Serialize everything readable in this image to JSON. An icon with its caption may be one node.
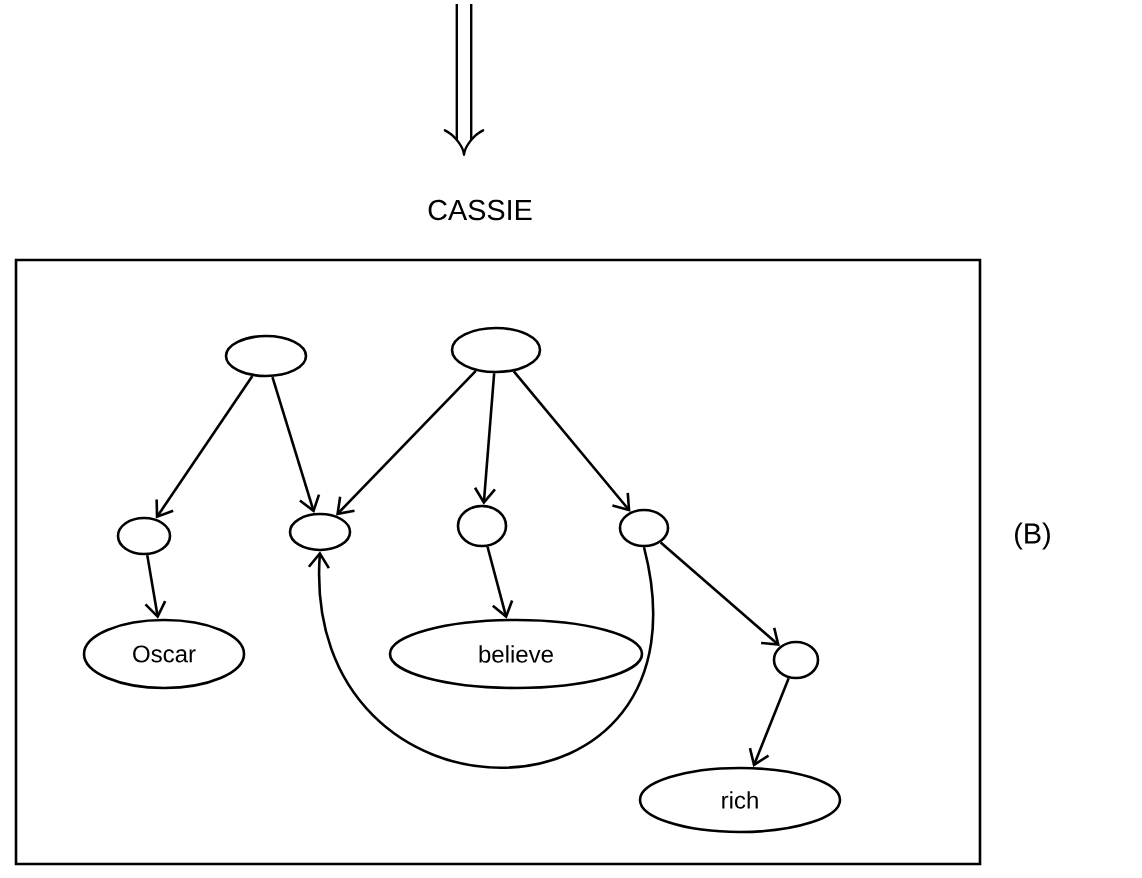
{
  "diagram": {
    "nodes": [
      {
        "text": [],
        "shape": "box",
        "beside": [
          "(B)"
        ]
      },
      {
        "text": [],
        "shape": "ellipse",
        "in": 0
      },
      {
        "text": [],
        "shape": "ellipse",
        "in": 0
      },
      {
        "text": [],
        "shape": "ellipse",
        "in": 0
      },
      {
        "text": [],
        "shape": "ellipse",
        "in": 0
      },
      {
        "text": [],
        "shape": "ellipse",
        "in": 0
      },
      {
        "text": [],
        "shape": "ellipse",
        "in": 0
      },
      {
        "text": [
          "Oscar"
        ],
        "in": 0
      },
      {
        "text": [
          "believe"
        ],
        "in": 0
      },
      {
        "text": [],
        "shape": "ellipse",
        "in": 0
      },
      {
        "text": [
          "rich"
        ],
        "in": 0
      }
    ],
    "edges": [
      {
        "from": 1,
        "to": 3,
        "arrow": "to"
      },
      {
        "from": 1,
        "to": 4,
        "arrow": "to"
      },
      {
        "from": 2,
        "to": 4,
        "arrow": "to"
      },
      {
        "from": 2,
        "to": 5,
        "arrow": "to"
      },
      {
        "from": 2,
        "to": 6,
        "arrow": "to"
      },
      {
        "from": 3,
        "to": 7,
        "arrow": "to"
      },
      {
        "from": 5,
        "to": 8,
        "arrow": "to"
      },
      {
        "from": 6,
        "to": 9,
        "arrow": "to"
      },
      {
        "from": 9,
        "to": 10,
        "arrow": "to"
      },
      {
        "from": 6,
        "to": 4,
        "arrow": "to"
      }
    ],
    "labels": [
      "CASSIE"
    ]
  }
}
